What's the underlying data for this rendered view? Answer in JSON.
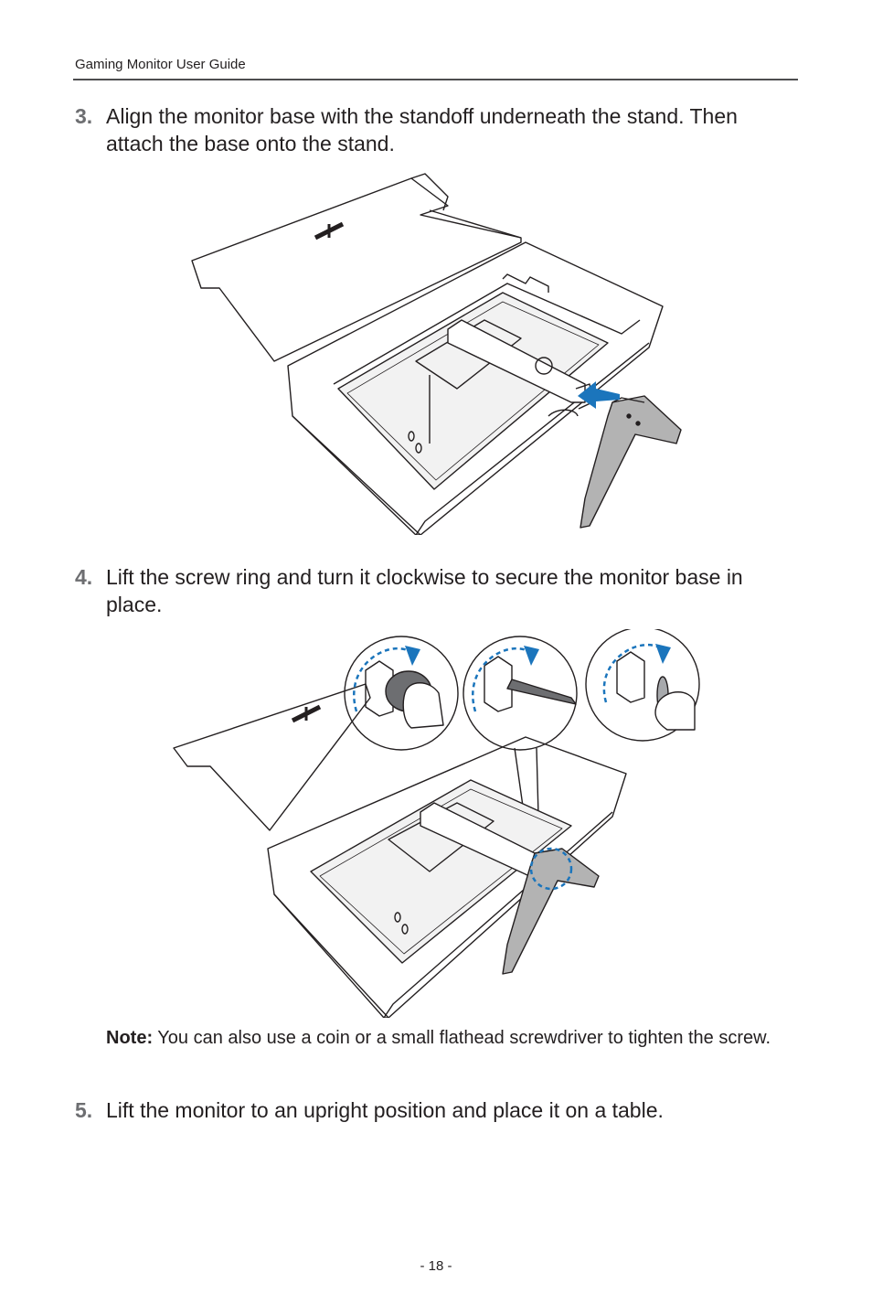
{
  "header": {
    "title": "Gaming Monitor User Guide"
  },
  "steps": [
    {
      "number": "3.",
      "text": "Align the monitor base with the standoff underneath the stand. Then attach the base onto the stand."
    },
    {
      "number": "4.",
      "text": "Lift the screw ring and turn it clockwise to secure the monitor base in place."
    },
    {
      "number": "5.",
      "text": "Lift the monitor to an upright position and place it on a table."
    }
  ],
  "note": {
    "label": "Note:",
    "text": " You can also use a coin or a small flathead screwdriver to tighten the screw."
  },
  "footer": {
    "page": "- 18 -"
  },
  "colors": {
    "arrow_blue": "#1b75bc",
    "rule": "#4d4d4f",
    "step_number": "#6d6e71"
  }
}
